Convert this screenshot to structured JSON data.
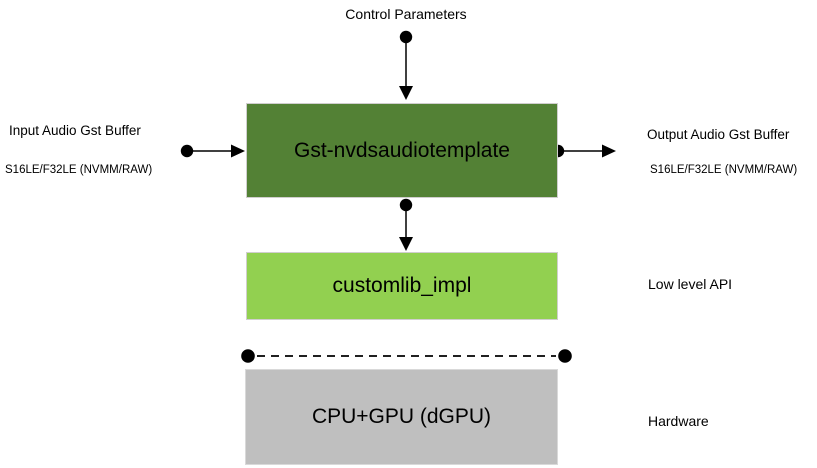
{
  "labels": {
    "control_parameters": "Control Parameters",
    "input_title": "Input Audio Gst Buffer",
    "input_subtitle": "S16LE/F32LE (NVMM/RAW)",
    "output_title": "Output Audio Gst Buffer",
    "output_subtitle": "S16LE/F32LE (NVMM/RAW)",
    "low_level_api": "Low level API",
    "hardware": "Hardware"
  },
  "boxes": {
    "template_label": "Gst-nvdsaudiotemplate",
    "customlib_label": "customlib_impl",
    "hardware_label": "CPU+GPU (dGPU)"
  },
  "colors": {
    "template_box": "#538135",
    "customlib_box": "#92D050",
    "hardware_box": "#BFBFBF",
    "connector": "#000000"
  }
}
